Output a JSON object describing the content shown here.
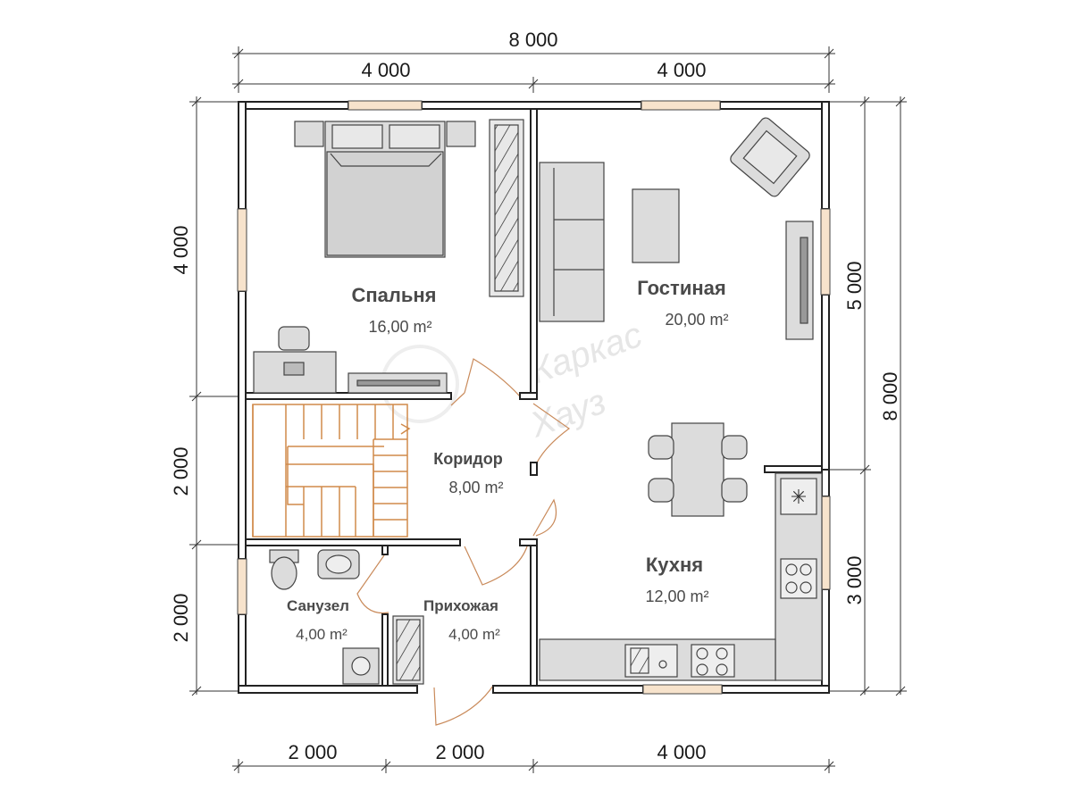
{
  "dimensions": {
    "top_total": "8 000",
    "top_left": "4 000",
    "top_right": "4 000",
    "left_upper": "4 000",
    "left_middle": "2 000",
    "left_lower": "2 000",
    "right_upper": "5 000",
    "right_lower": "3 000",
    "right_total": "8 000",
    "bottom_1": "2 000",
    "bottom_2": "2 000",
    "bottom_3": "4 000"
  },
  "rooms": {
    "bedroom": {
      "name": "Спальня",
      "area": "16,00 m²"
    },
    "living": {
      "name": "Гостиная",
      "area": "20,00 m²"
    },
    "corridor": {
      "name": "Коридор",
      "area": "8,00 m²"
    },
    "kitchen": {
      "name": "Кухня",
      "area": "12,00 m²"
    },
    "bathroom": {
      "name": "Санузел",
      "area": "4,00 m²"
    },
    "hall": {
      "name": "Прихожая",
      "area": "4,00 m²"
    }
  },
  "watermark": {
    "line1": "Каркас",
    "line2": "Хауз"
  },
  "colors": {
    "wall": "#2b2b2b",
    "furniture": "#d9d9d9",
    "stairs": "#d08a4a",
    "door": "#c98a5a",
    "window": "#f5d9b8"
  }
}
